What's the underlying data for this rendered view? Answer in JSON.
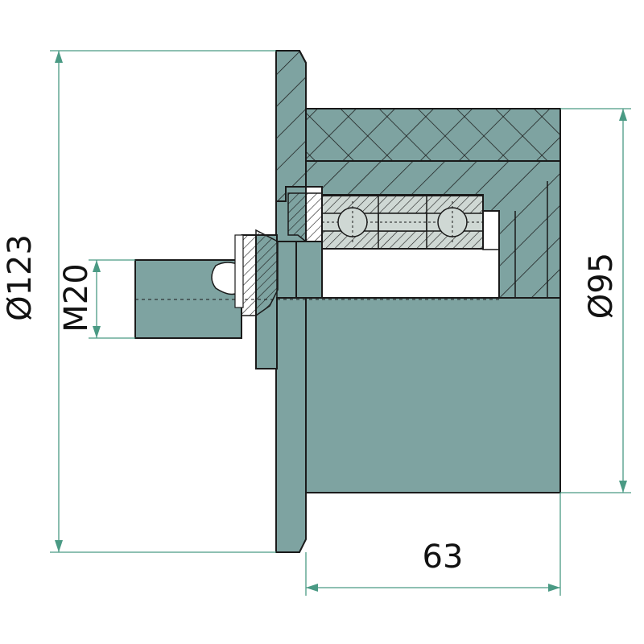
{
  "colors": {
    "body": "#7ea3a1",
    "bearing": "#cfd8d4",
    "outline": "#1a1a1a",
    "dimension": "#4a9a84",
    "background": "#ffffff"
  },
  "dimensions": {
    "flange_diameter": "Ø123",
    "thread": "M20",
    "roller_diameter": "Ø95",
    "length": "63"
  }
}
